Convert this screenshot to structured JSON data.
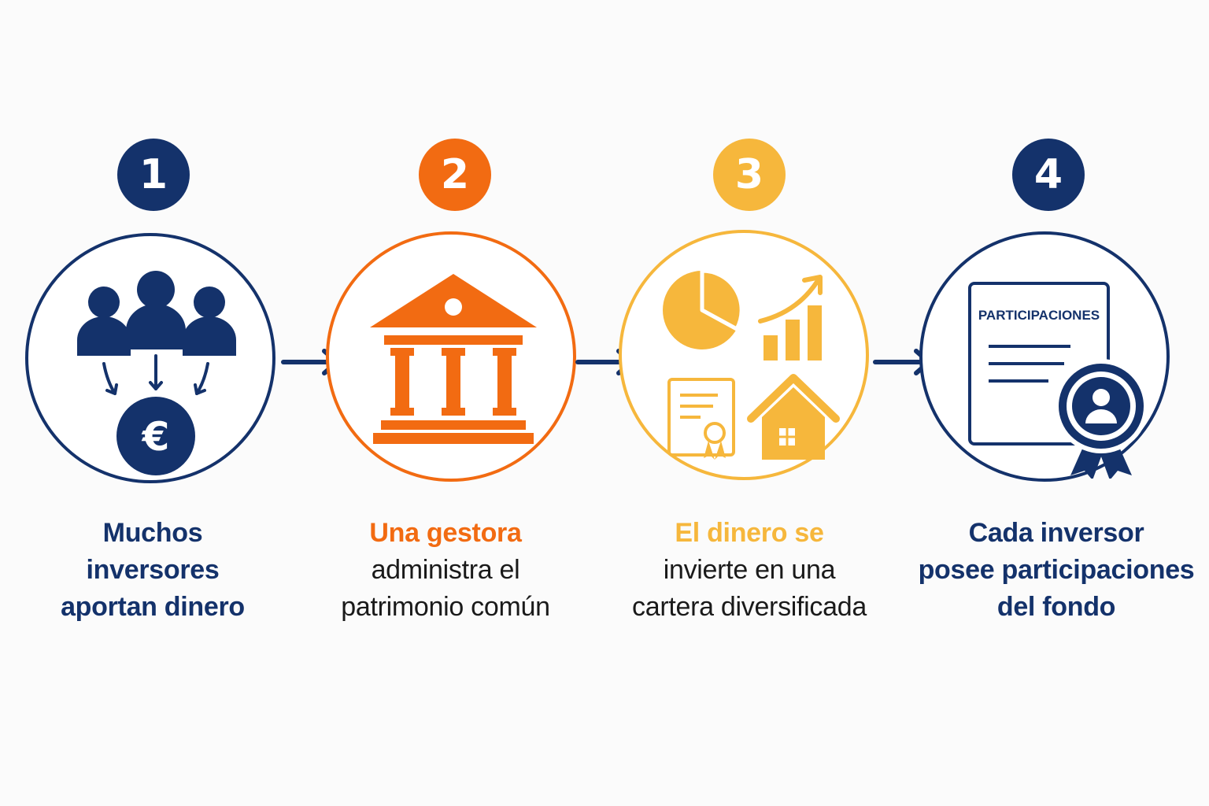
{
  "colors": {
    "navy": "#14326b",
    "orange": "#f26b12",
    "yellow": "#f6b73c",
    "text_dark": "#1a1a1a"
  },
  "steps": [
    {
      "number": "1",
      "color": "navy",
      "icon": "investors-euro-icon",
      "lines": [
        "Muchos",
        "inversores",
        "aportan dinero"
      ]
    },
    {
      "number": "2",
      "color": "orange",
      "icon": "bank-building-icon",
      "lines": [
        "Una gestora",
        "administra el",
        "patrimonio común"
      ]
    },
    {
      "number": "3",
      "color": "yellow",
      "icon": "diversified-portfolio-icon",
      "lines": [
        "El dinero se",
        "invierte en una",
        "cartera diversificada"
      ]
    },
    {
      "number": "4",
      "color": "navy",
      "icon": "participation-certificate-icon",
      "certificate_title": "PARTICIPACIONES",
      "lines": [
        "Cada inversor",
        "posee participaciones",
        "del fondo"
      ]
    }
  ]
}
